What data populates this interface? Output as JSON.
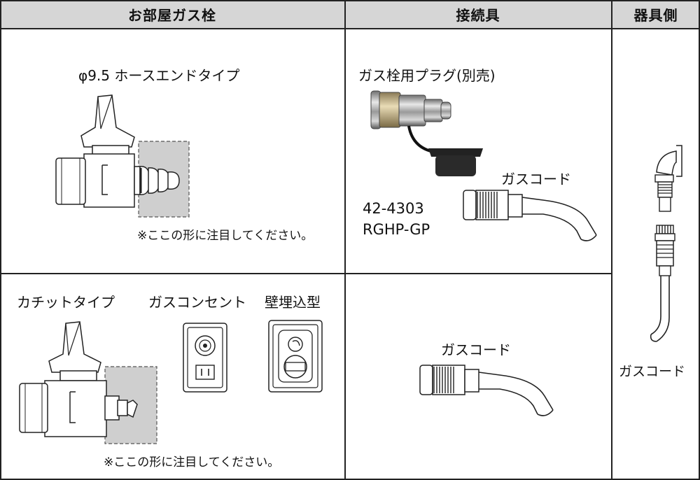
{
  "headers": {
    "col1": "お部屋ガス栓",
    "col2": "接続具",
    "col3": "器具側"
  },
  "hose_end": {
    "title": "φ9.5 ホースエンドタイプ",
    "note": "※ここの形に注目してください。"
  },
  "plug": {
    "title": "ガス栓用プラグ(別売)",
    "model_no": "42-4303",
    "model_code": "RGHP-GP",
    "cord_label": "ガスコード"
  },
  "kachitto": {
    "title": "カチットタイプ",
    "outlet_title": "ガスコンセント",
    "wall_title": "壁埋込型",
    "note": "※ここの形に注目してください。"
  },
  "connector_bottom": {
    "cord_label": "ガスコード"
  },
  "appliance": {
    "cord_label": "ガスコード"
  },
  "colors": {
    "header_bg": "#d6d6d6",
    "highlight_box": "#cfcfcf",
    "line": "#222222"
  }
}
